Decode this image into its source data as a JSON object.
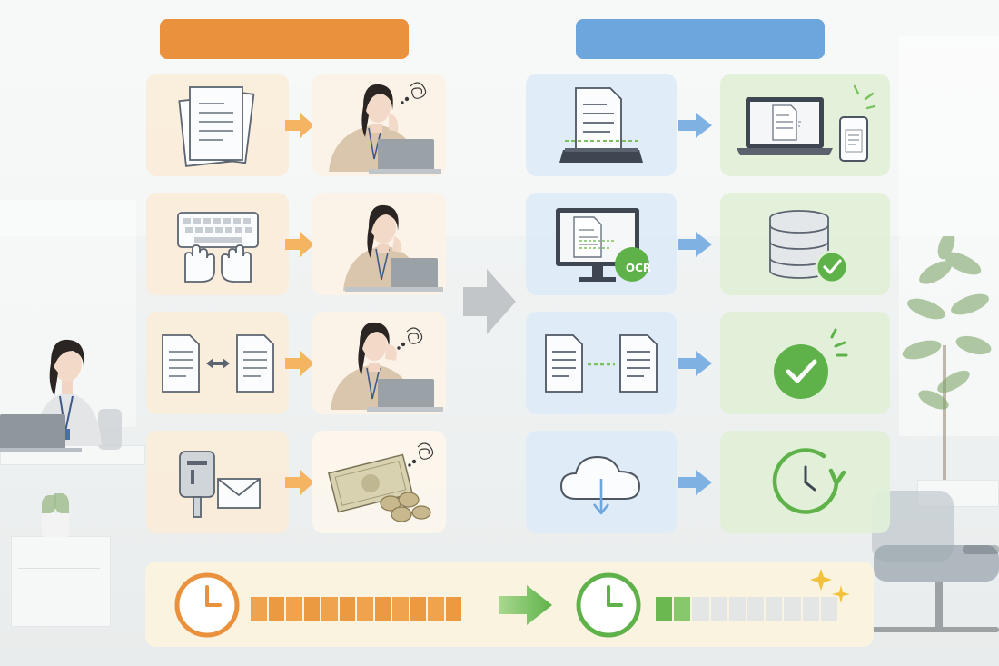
{
  "colors": {
    "orange": "#e9913d",
    "blue": "#6da6dc",
    "green": "#7cc05f",
    "tan_card": "#fbecd7",
    "blue_card": "#ddeaf7",
    "green_card": "#e1f0d8",
    "icon_stroke": "#5b6470"
  },
  "header": {
    "left_label": "",
    "right_label": ""
  },
  "before_rows": [
    {
      "task_icon": "paper-stack-icon",
      "result_icon": "worried-worker-icon"
    },
    {
      "task_icon": "keyboard-typing-icon",
      "result_icon": "worried-worker-icon"
    },
    {
      "task_icon": "document-compare-icon",
      "result_icon": "worried-worker-icon"
    },
    {
      "task_icon": "mailbox-letter-icon",
      "result_icon": "money-cost-icon"
    }
  ],
  "after_rows": [
    {
      "task_icon": "scanner-icon",
      "result_icon": "laptop-phone-icon"
    },
    {
      "task_icon": "monitor-ocr-icon",
      "result_icon": "database-check-icon"
    },
    {
      "task_icon": "document-link-icon",
      "result_icon": "check-circle-icon"
    },
    {
      "task_icon": "cloud-download-icon",
      "result_icon": "clock-refresh-icon"
    }
  ],
  "ocr_label": "OCR",
  "time_comparison": {
    "before_clock_icon": "orange-clock-icon",
    "before_segments_filled": 12,
    "before_segments_total": 12,
    "after_clock_icon": "green-clock-icon",
    "after_segments_filled": 2,
    "after_segments_total": 10
  }
}
